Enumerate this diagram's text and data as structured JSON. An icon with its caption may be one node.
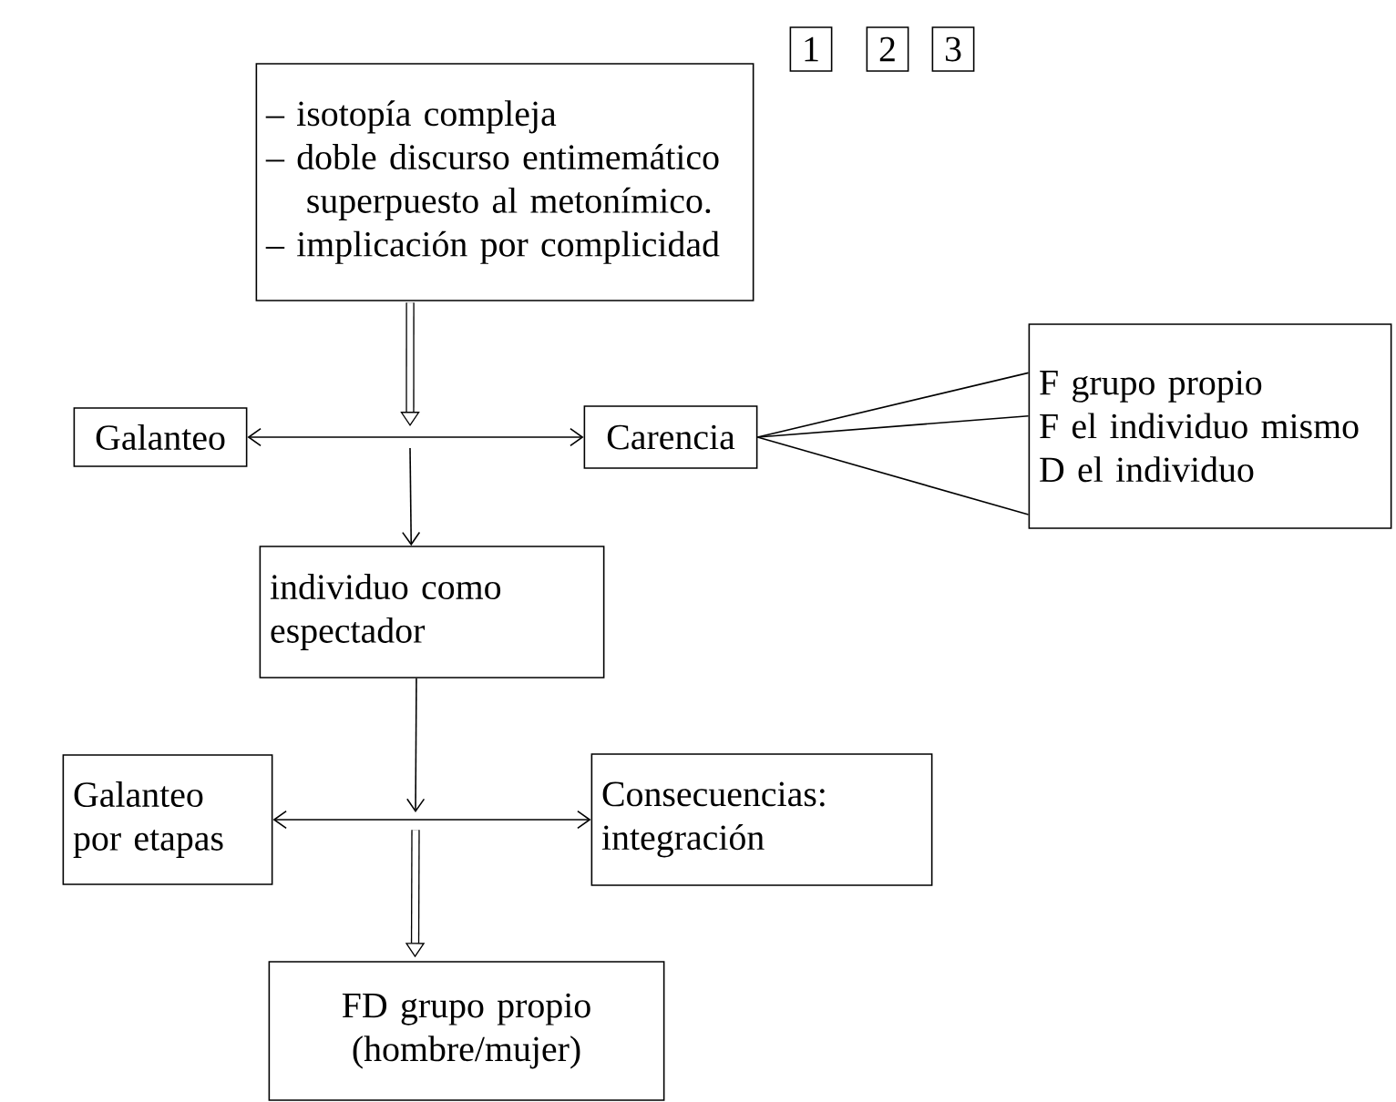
{
  "diagram": {
    "nodes": [
      {
        "text": [
          "– isotopía compleja",
          "– doble discurso entimemático superpuesto al metonímico.",
          "– implicación por complicidad"
        ]
      },
      {
        "text": [
          "Galanteo"
        ]
      },
      {
        "text": [
          "Carencia"
        ]
      },
      {
        "text": [
          "F grupo propio",
          "F el individuo mismo",
          "D el individuo"
        ]
      },
      {
        "text": [
          "individuo como espectador"
        ]
      },
      {
        "text": [
          "Galanteo por etapas"
        ]
      },
      {
        "text": [
          "Consecuencias: integración"
        ]
      },
      {
        "text": [
          "FD grupo propio (hombre/mujer)"
        ]
      },
      {
        "text": [
          "1"
        ]
      },
      {
        "text": [
          "2"
        ]
      },
      {
        "text": [
          "3"
        ]
      }
    ],
    "edges": [
      {
        "from": 0,
        "to": null,
        "arrow": "to",
        "style": "thick"
      },
      {
        "from": 1,
        "to": 2,
        "arrow": "both"
      },
      {
        "from": null,
        "to": 4,
        "arrow": "to"
      },
      {
        "from": 2,
        "to": 3,
        "arrow": "none"
      },
      {
        "from": 2,
        "to": 3,
        "arrow": "none"
      },
      {
        "from": 2,
        "to": 3,
        "arrow": "none"
      },
      {
        "from": 4,
        "to": null,
        "arrow": "to"
      },
      {
        "from": 5,
        "to": 6,
        "arrow": "both"
      },
      {
        "from": null,
        "to": 7,
        "arrow": "to",
        "style": "thick"
      }
    ]
  }
}
